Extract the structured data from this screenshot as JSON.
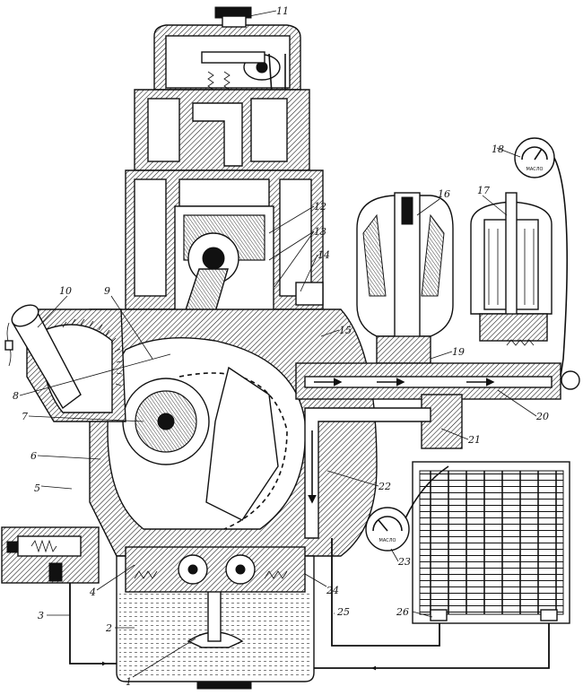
{
  "callouts": [
    {
      "id": "1",
      "text": "1"
    },
    {
      "id": "2",
      "text": "2"
    },
    {
      "id": "3",
      "text": "3"
    },
    {
      "id": "4",
      "text": "4"
    },
    {
      "id": "5",
      "text": "5"
    },
    {
      "id": "6",
      "text": "6"
    },
    {
      "id": "7",
      "text": "7"
    },
    {
      "id": "8",
      "text": "8"
    },
    {
      "id": "9",
      "text": "9"
    },
    {
      "id": "10",
      "text": "10"
    },
    {
      "id": "11",
      "text": "11"
    },
    {
      "id": "12",
      "text": "12"
    },
    {
      "id": "13",
      "text": "13"
    },
    {
      "id": "14",
      "text": "14"
    },
    {
      "id": "15",
      "text": "15"
    },
    {
      "id": "16",
      "text": "16"
    },
    {
      "id": "17",
      "text": "17"
    },
    {
      "id": "18",
      "text": "18"
    },
    {
      "id": "19",
      "text": "19"
    },
    {
      "id": "20",
      "text": "20"
    },
    {
      "id": "21",
      "text": "21"
    },
    {
      "id": "22",
      "text": "22"
    },
    {
      "id": "23",
      "text": "23"
    },
    {
      "id": "24",
      "text": "24"
    },
    {
      "id": "25",
      "text": "25"
    },
    {
      "id": "26",
      "text": "26"
    }
  ],
  "gauges": {
    "pressure_gauge_label": "МАСЛО",
    "temperature_gauge_label": "МАСЛО"
  }
}
